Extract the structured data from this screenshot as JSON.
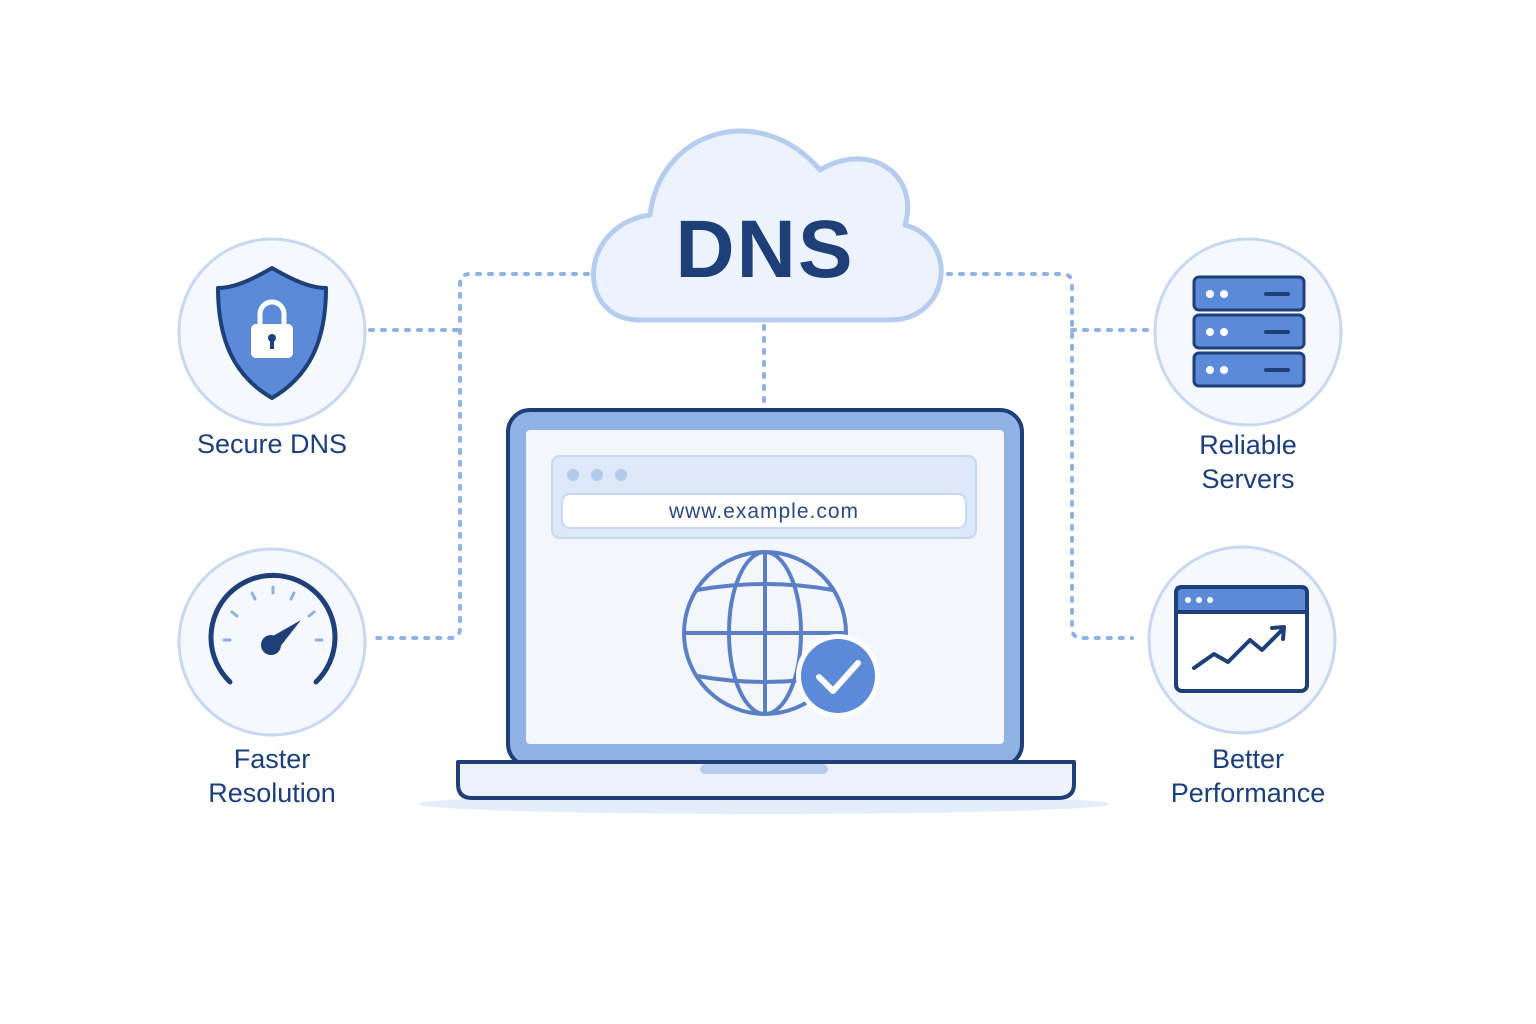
{
  "cloud": {
    "label": "DNS",
    "icon": "cloud-icon"
  },
  "browser": {
    "url": "www.example.com"
  },
  "features": [
    {
      "label": "Secure DNS",
      "icon": "shield-lock-icon"
    },
    {
      "label": "Faster\nResolution",
      "icon": "speedometer-icon"
    },
    {
      "label": "Reliable\nServers",
      "icon": "server-stack-icon"
    },
    {
      "label": "Better\nPerformance",
      "icon": "performance-chart-icon"
    }
  ],
  "colors": {
    "primary_dark": "#1e3f78",
    "accent_blue": "#5b8ad8",
    "light_fill": "#edf3fc",
    "stroke_light": "#b7cdef",
    "dotted_line": "#8fb1e3"
  }
}
